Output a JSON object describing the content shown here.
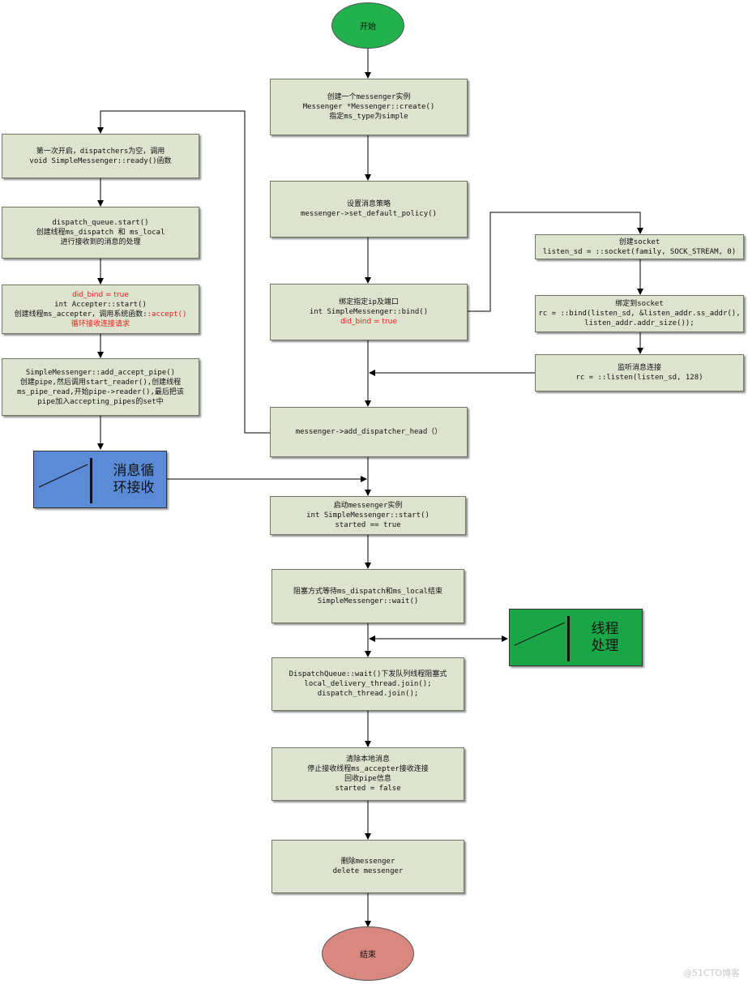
{
  "start": "开始",
  "end": "结束",
  "main": {
    "create": [
      "创建一个messenger实例",
      "Messenger *Messenger::create()",
      "指定ms_type为simple"
    ],
    "policy": [
      "设置消息策略",
      "messenger->set_default_policy()"
    ],
    "bind": [
      "绑定指定ip及端口",
      "int SimpleMessenger::bind()",
      "did_bind = true"
    ],
    "dispatcher": [
      "messenger->add_dispatcher_head（）"
    ],
    "start_inst": [
      "启动messenger实例",
      "int SimpleMessenger::start()",
      "started == true"
    ],
    "wait": [
      "阻塞方式等待ms_dispatch和ms_local结束",
      "SimpleMessenger::wait()"
    ],
    "queue_wait": [
      "DispatchQueue::wait()下发队列线程阻塞式",
      "local_delivery_thread.join();",
      "dispatch_thread.join();"
    ],
    "clear": [
      "清除本地消息",
      "停止接收线程ms_accepter接收连接",
      "回收pipe信息",
      "started = false"
    ],
    "delete": [
      "删除messenger",
      "delete messenger"
    ]
  },
  "left": {
    "first": [
      "第一次开启，dispatchers为空，调用",
      "void SimpleMessenger::ready()函数"
    ],
    "dq": [
      "dispatch_queue.start()",
      "创建线程ms_dispatch 和 ms_local",
      "进行接收到的消息的处理"
    ],
    "accepter": {
      "l1": "did_bind = true",
      "l2": "int Accepter::start()",
      "l3a": "创建线程ms_accepter，调用系统函数:",
      "l3b": ":accept()",
      "l4": "循环接收连接请求"
    },
    "pipe": [
      "SimpleMessenger::add_accept_pipe()",
      "创建pipe,然后调用start_reader(),创建线程",
      "ms_pipe_read,开始pipe->reader(),最后把该",
      "pipe加入accepting_pipes的set中"
    ],
    "loop": [
      "消息循",
      "环接收"
    ]
  },
  "right": {
    "socket": [
      "创建socket",
      "listen_sd = ::socket(family, SOCK_STREAM, 0)"
    ],
    "bindsock": [
      "绑定到socket",
      "rc = ::bind(listen_sd, &listen_addr.ss_addr(),",
      "listen_addr.addr_size());"
    ],
    "listen": [
      "监听消息连接",
      "rc = ::listen(listen_sd, 128)"
    ],
    "thread": [
      "线程",
      "处理"
    ]
  },
  "watermark": "@51CTO博客",
  "colors": {
    "box": "#dde3cf",
    "start": "#22b14c",
    "end": "#d98880",
    "loop_blue": "#5b8bd6",
    "loop_green": "#1aa547",
    "accent_red": "#e8201a"
  }
}
